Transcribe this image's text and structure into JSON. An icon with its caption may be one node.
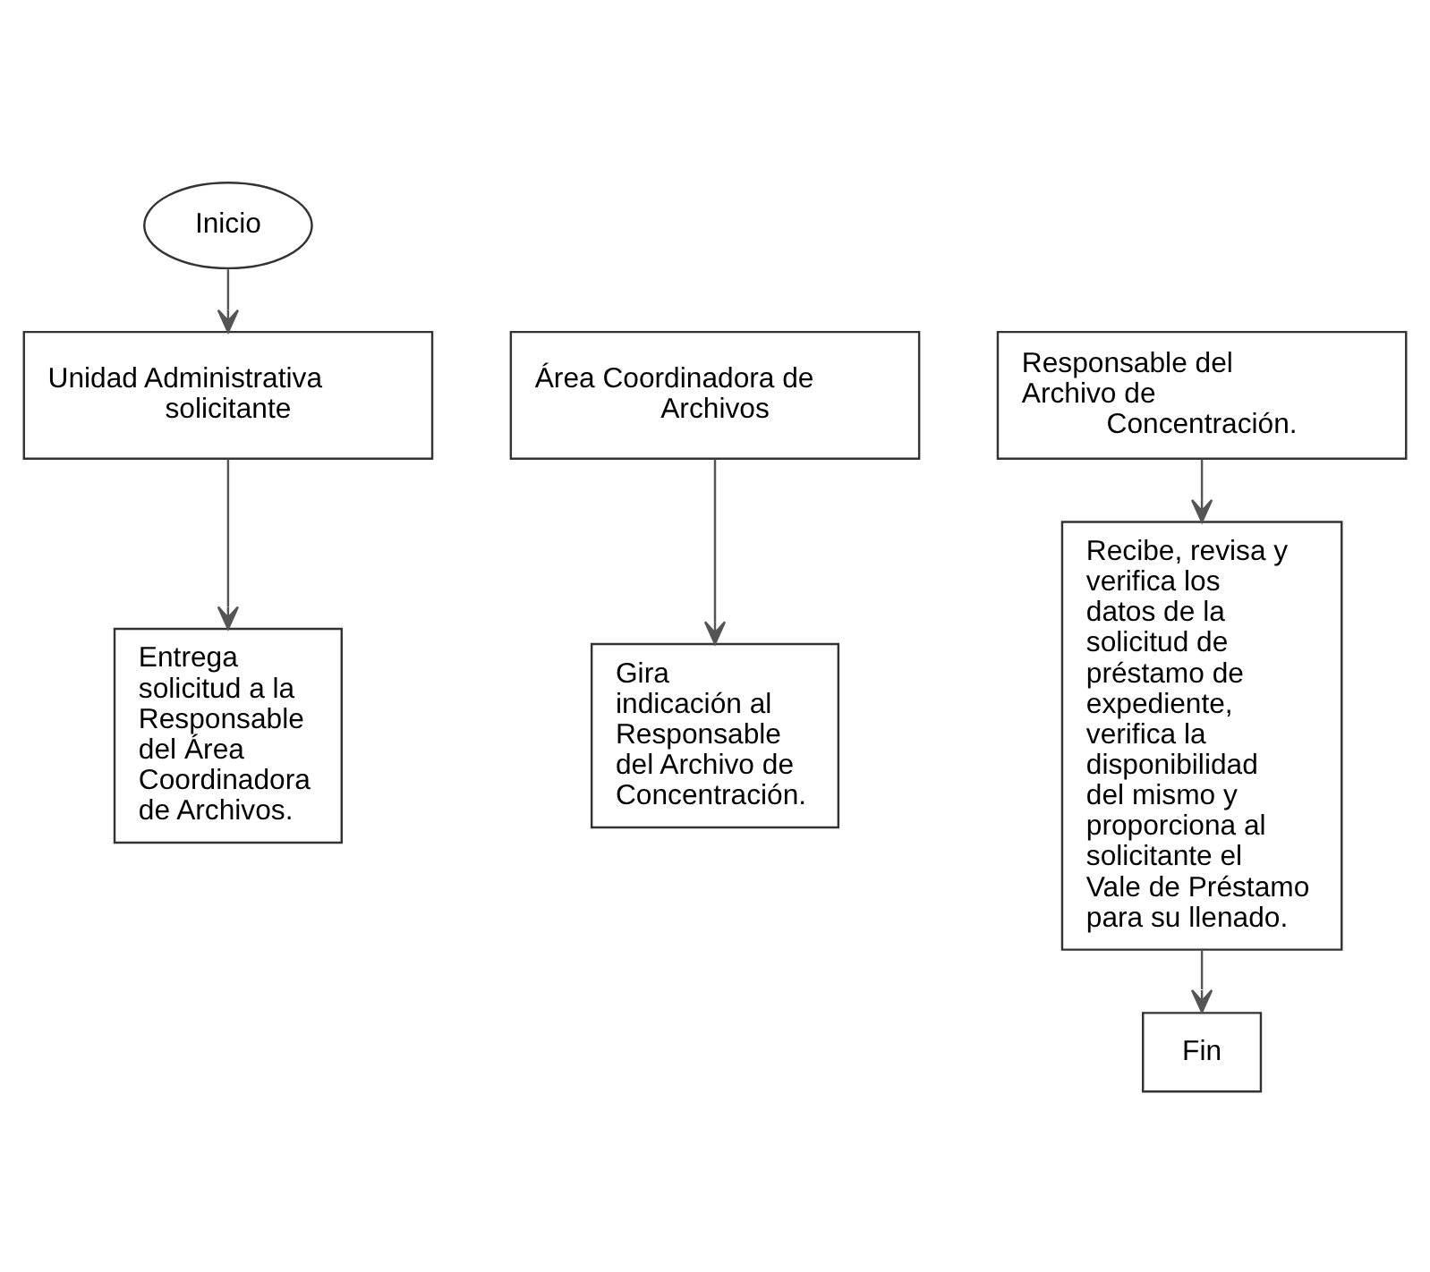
{
  "diagram": {
    "nodes": [
      {
        "text": [
          "Inicio"
        ]
      },
      {
        "text": [
          "Unidad Administrativa solicitante"
        ]
      },
      {
        "text": [
          "Área Coordinadora de Archivos"
        ]
      },
      {
        "text": [
          "Responsable del Archivo de Concentración."
        ]
      },
      {
        "text": [
          "Entrega solicitud a la Responsable del Área Coordinadora de Archivos."
        ]
      },
      {
        "text": [
          "Gira indicación al Responsable del Archivo de Concentración."
        ]
      },
      {
        "text": [
          "Recibe, revisa y verifica los datos de la solicitud de préstamo de expediente, verifica la disponibilidad del mismo y proporciona al solicitante el Vale de Préstamo para su llenado."
        ]
      },
      {
        "text": [
          "Fin"
        ]
      }
    ],
    "edges": [
      {
        "from": 0,
        "to": 1,
        "arrow": "to"
      },
      {
        "from": 1,
        "to": 4,
        "arrow": "to"
      },
      {
        "from": 2,
        "to": 5,
        "arrow": "to"
      },
      {
        "from": 3,
        "to": 6,
        "arrow": "to"
      },
      {
        "from": 6,
        "to": 7,
        "arrow": "to"
      }
    ]
  }
}
